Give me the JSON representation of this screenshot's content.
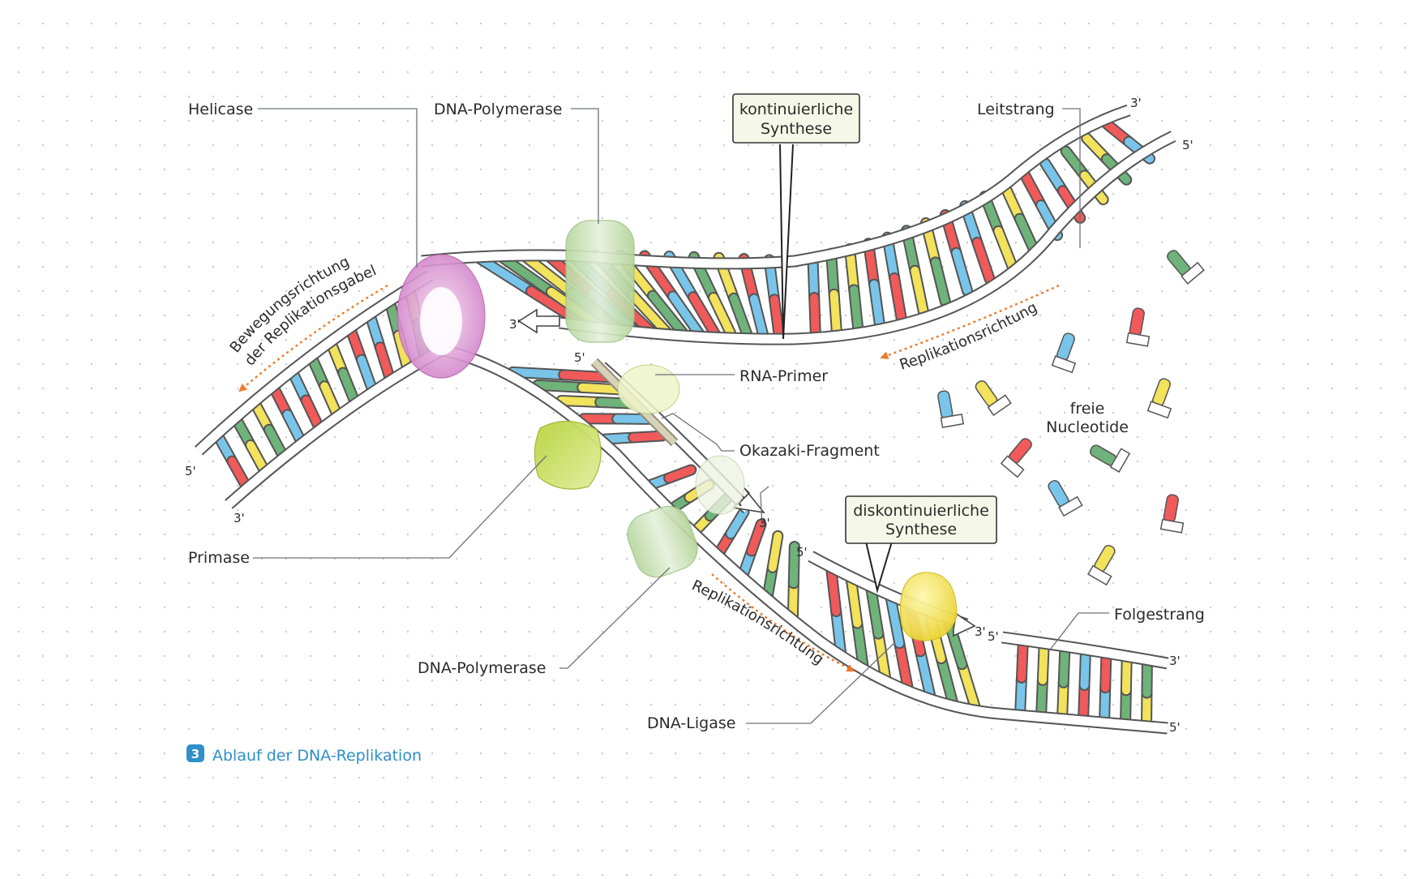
{
  "labels": {
    "helicase": "Helicase",
    "dna_polymerase_top": "DNA-Polymerase",
    "kontinuierliche_1": "kontinuierliche",
    "kontinuierliche_2": "Synthese",
    "leitstrang": "Leitstrang",
    "bewegung_1": "Bewegungsrichtung",
    "bewegung_2": "der Replikationsgabel",
    "replikationsrichtung_top": "Replikationsrichtung",
    "rna_primer": "RNA-Primer",
    "okazaki": "Okazaki-Fragment",
    "freie_1": "freie",
    "freie_2": "Nucleotide",
    "primase": "Primase",
    "diskontinuierliche_1": "diskontinuierliche",
    "diskontinuierliche_2": "Synthese",
    "folgestrang": "Folgestrang",
    "replikationsrichtung_bottom": "Replikationsrichtung",
    "dna_polymerase_bottom": "DNA-Polymerase",
    "dna_ligase": "DNA-Ligase"
  },
  "strand_ends": {
    "three_prime": "3'",
    "five_prime": "5'"
  },
  "figure": {
    "number": "3",
    "caption": "Ablauf der DNA-Replikation"
  },
  "colors": {
    "adenine": "#f15a5a",
    "thymine": "#79c5ea",
    "guanine": "#6fb37b",
    "cytosine": "#f2e25c",
    "direction_arrow": "#f07a2a",
    "caption": "#2f8fc9",
    "helicase": "#d98fd0",
    "polymerase": "#c3dfae",
    "primase": "#c4db54",
    "ligase": "#f1e04a"
  }
}
